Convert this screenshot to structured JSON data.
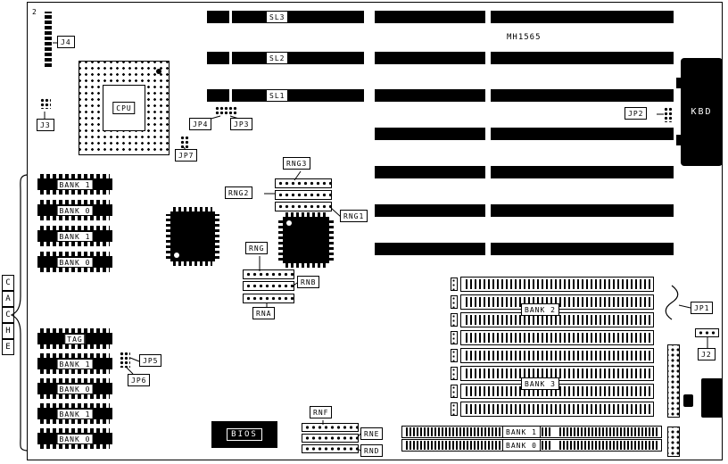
{
  "diagram": {
    "board_model": "MH1565",
    "cpu_label": "CPU",
    "kbd_label": "KBD",
    "bios_label": "BIOS",
    "cache_group_label": "CACHE",
    "cache_letters": [
      "C",
      "A",
      "C",
      "H",
      "E"
    ],
    "pin_label_2": "2",
    "connectors": {
      "j2": "J2",
      "j3": "J3",
      "j4": "J4",
      "jp1": "JP1",
      "jp2": "JP2",
      "jp3": "JP3",
      "jp4": "JP4",
      "jp5": "JP5",
      "jp6": "JP6",
      "jp7": "JP7"
    },
    "resistor_networks": {
      "rng": "RNG",
      "rng1": "RNG1",
      "rng2": "RNG2",
      "rng3": "RNG3",
      "rna": "RNA",
      "rnb": "RNB",
      "rnd": "RND",
      "rne": "RNE",
      "rnf": "RNF"
    },
    "slots": {
      "left_labels": [
        "SL3",
        "SL2",
        "SL1"
      ],
      "right_slot_count": 7
    },
    "cache_chips_upper": [
      "BANK 1",
      "BANK 0",
      "BANK 1",
      "BANK 0"
    ],
    "cache_chips_lower": [
      "TAG",
      "BANK 1",
      "BANK 0",
      "BANK 1",
      "BANK 0"
    ],
    "simm_bank_labels": [
      "BANK 2",
      "BANK 3"
    ],
    "dram_edge_labels": [
      "BANK 1",
      "BANK 0"
    ]
  }
}
